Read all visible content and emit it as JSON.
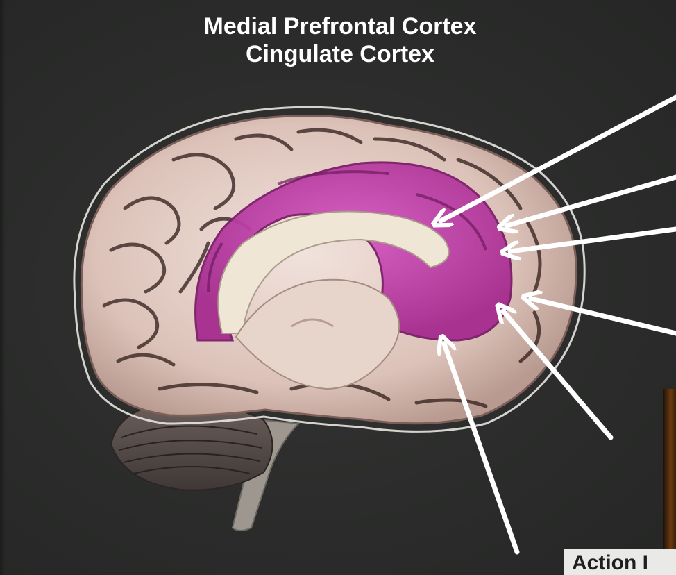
{
  "title": {
    "line1": "Medial Prefrontal Cortex",
    "line2": "Cingulate Cortex"
  },
  "bottom_card": {
    "text": "Action I"
  },
  "colors": {
    "background": "#2a2b2a",
    "cortex_highlight": "#b8339f",
    "brain_tissue": "#e8d3cc",
    "arrow": "#ffffff"
  }
}
